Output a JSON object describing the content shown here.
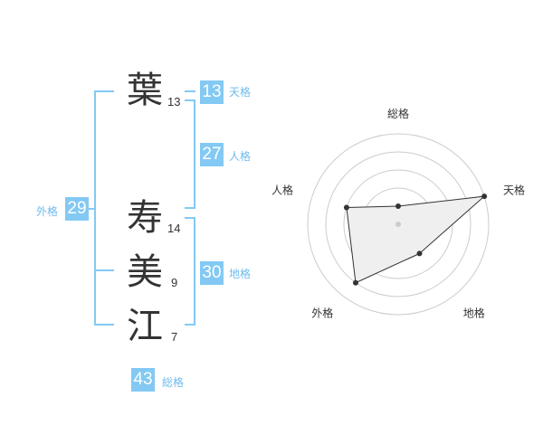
{
  "colors": {
    "accent": "#83c9f4",
    "label_text": "#6fbbee",
    "text": "#333333",
    "radar_fill": "#efefef",
    "radar_grid": "#cccccc"
  },
  "name": {
    "chars": [
      {
        "char": "葉",
        "strokes": "13"
      },
      {
        "char": "寿",
        "strokes": "14"
      },
      {
        "char": "美",
        "strokes": "9"
      },
      {
        "char": "江",
        "strokes": "7"
      }
    ]
  },
  "kakusu": {
    "tenkaku": {
      "value": "13",
      "label": "天格"
    },
    "jinkaku": {
      "value": "27",
      "label": "人格"
    },
    "chikaku": {
      "value": "30",
      "label": "地格"
    },
    "gaikaku": {
      "value": "29",
      "label": "外格"
    },
    "soukaku": {
      "value": "43",
      "label": "総格"
    }
  },
  "chart_data": {
    "type": "radar",
    "axes": [
      "総格",
      "天格",
      "地格",
      "外格",
      "人格"
    ],
    "series": [
      {
        "values": [
          1,
          5,
          2,
          4,
          3
        ]
      }
    ],
    "range": [
      0,
      5
    ],
    "grid_rings": 5
  }
}
